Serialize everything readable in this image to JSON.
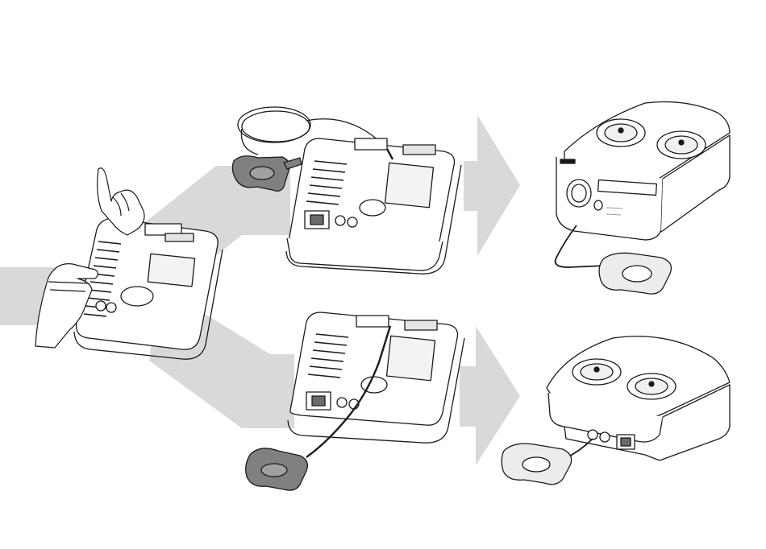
{
  "colors": {
    "arrow": "#d9d9d9",
    "line": "#1a1a1a",
    "device_fill": "#ffffff",
    "pad_dark": "#808080",
    "pad_light": "#ececec",
    "detail": "#cfcfcf"
  },
  "steps": [
    {
      "id": "step-1",
      "description_icon": "hand-connecting-cable-icon"
    },
    {
      "id": "step-2a",
      "description_icon": "cable-routed-up-icon"
    },
    {
      "id": "step-2b",
      "description_icon": "cable-routed-down-icon"
    },
    {
      "id": "step-3a",
      "description_icon": "device-front-pad-icon"
    },
    {
      "id": "step-3b",
      "description_icon": "device-rear-pad-icon"
    }
  ]
}
